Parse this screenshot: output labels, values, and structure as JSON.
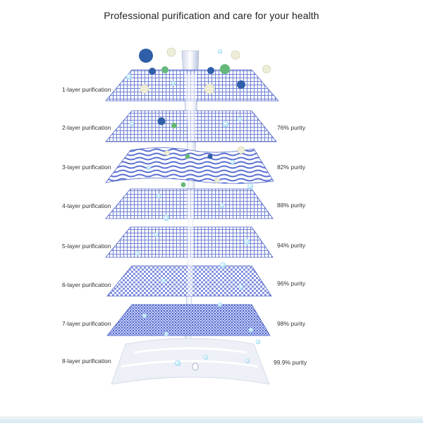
{
  "title": "Professional purification and care for your health",
  "layers": [
    {
      "label": "1-layer purification",
      "purity": ""
    },
    {
      "label": "2-layer purification",
      "purity": "76% purity"
    },
    {
      "label": "3-layer purification",
      "purity": "82% purity"
    },
    {
      "label": "4-layer purification",
      "purity": "88% purity"
    },
    {
      "label": "5-layer purification",
      "purity": "94% purity"
    },
    {
      "label": "6-layer purification",
      "purity": "96% purity"
    },
    {
      "label": "7-layer purification",
      "purity": "98% purity"
    },
    {
      "label": "8-layer purification",
      "purity": "99.9% purity"
    }
  ],
  "colors": {
    "mesh": "#4d62c8",
    "mesh_light": "#dfe4fa",
    "wave": "#5a6fd2",
    "bottom_layer": "#e8ecf3",
    "particle_blue": "#2f5fa8",
    "particle_green": "#64b879",
    "particle_white": "#eeeed8",
    "bubble": "#b9e6f7"
  }
}
